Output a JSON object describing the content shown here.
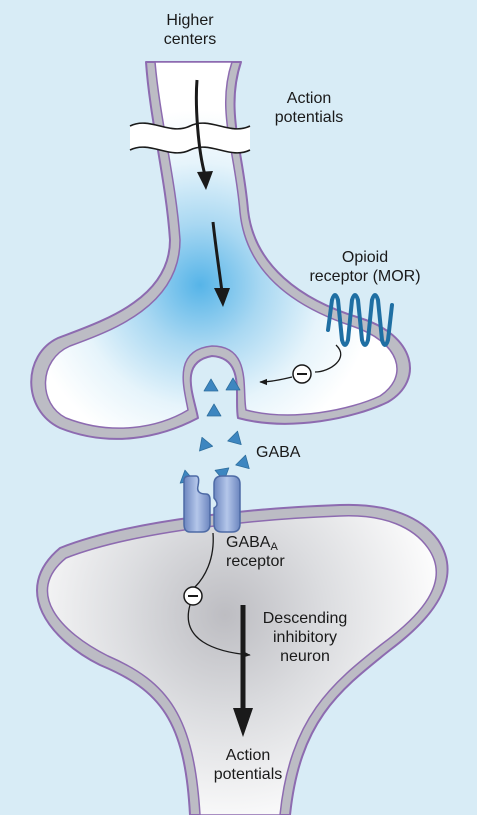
{
  "labels": {
    "higher_centers": [
      "Higher",
      "centers"
    ],
    "action_potentials_top": [
      "Action",
      "potentials"
    ],
    "opioid_receptor": [
      "Opioid",
      "receptor (MOR)"
    ],
    "gaba": "GABA",
    "gaba_a_receptor": {
      "main": "GABA",
      "subscript": "A",
      "line2": "receptor"
    },
    "descending_neuron": [
      "Descending",
      "inhibitory",
      "neuron"
    ],
    "action_potentials_bottom": [
      "Action",
      "potentials"
    ],
    "inhibition_symbol": "−"
  },
  "colors": {
    "background": "#d8ecf6",
    "membrane_fill": "#bcbcc4",
    "membrane_outline": "#8d6bb0",
    "neuron_interior": "#ffffff",
    "action_potential_glow": "#56b4e8",
    "opioid_receptor": "#1f6fa3",
    "gaba_molecule": "#3d86c0",
    "gaba_a_receptor": "#8fa6d4",
    "arrows": "#1a1a1a"
  }
}
